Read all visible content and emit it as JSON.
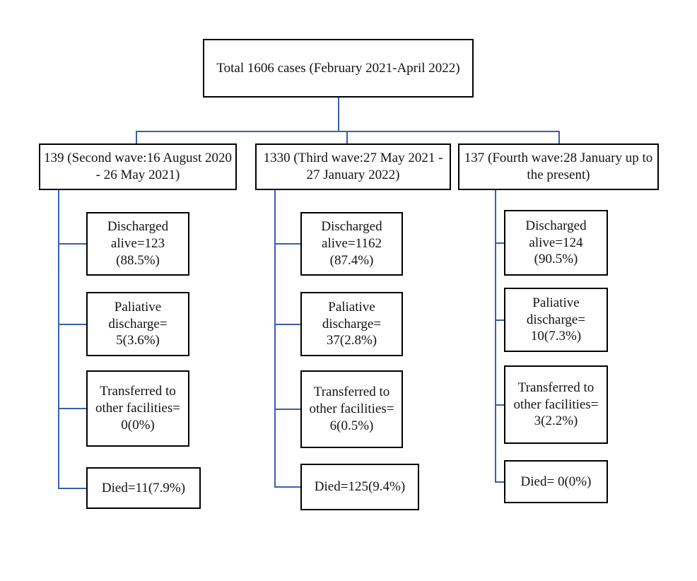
{
  "diagram": {
    "type": "flowchart",
    "connector_color": "#3a5fac",
    "box_border_color": "#000000",
    "root": {
      "label": "Total 1606 cases (February 2021-April 2022)"
    },
    "branches": [
      {
        "label": "139 (Second wave:16 August 2020 - 26 May 2021)",
        "children": [
          {
            "label": "Discharged alive=123 (88.5%)"
          },
          {
            "label": "Paliative discharge= 5(3.6%)"
          },
          {
            "label": "Transferred to other facilities= 0(0%)"
          },
          {
            "label": "Died=11(7.9%)"
          }
        ]
      },
      {
        "label": "1330 (Third wave:27 May 2021 - 27 January 2022)",
        "children": [
          {
            "label": "Discharged alive=1162 (87.4%)"
          },
          {
            "label": "Paliative discharge= 37(2.8%)"
          },
          {
            "label": "Transferred to other facilities= 6(0.5%)"
          },
          {
            "label": "Died=125(9.4%)"
          }
        ]
      },
      {
        "label": "137 (Fourth wave:28 January up to the present)",
        "children": [
          {
            "label": "Discharged alive=124 (90.5%)"
          },
          {
            "label": "Paliative discharge= 10(7.3%)"
          },
          {
            "label": "Transferred to other facilities= 3(2.2%)"
          },
          {
            "label": "Died= 0(0%)"
          }
        ]
      }
    ]
  }
}
